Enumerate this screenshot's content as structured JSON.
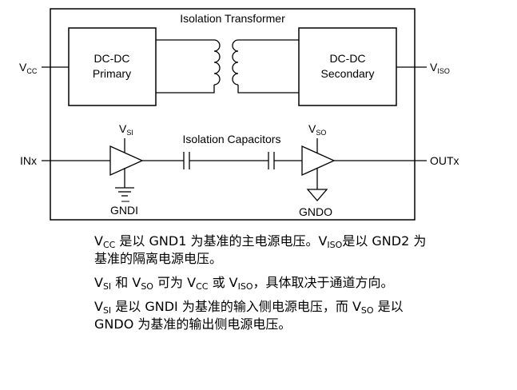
{
  "diagram": {
    "title": "Isolation Transformer",
    "primary_block": [
      "DC-DC",
      "Primary"
    ],
    "secondary_block": [
      "DC-DC",
      "Secondary"
    ],
    "capacitors_label": "Isolation Capacitors",
    "pins": {
      "vcc": {
        "main": "V",
        "sub": "CC"
      },
      "viso": {
        "main": "V",
        "sub": "ISO"
      },
      "vsi": {
        "main": "V",
        "sub": "SI"
      },
      "vso": {
        "main": "V",
        "sub": "SO"
      },
      "inx": "INx",
      "outx": "OUTx",
      "gndi": "GNDI",
      "gndo": "GNDO"
    }
  },
  "notes": {
    "p1": {
      "v": "V",
      "cc": "CC",
      "a": " 是以 GND1 为基准的主电源电压。",
      "v2": "V",
      "iso": "ISO",
      "b": "是以 GND2 为基准的隔离电源电压。"
    },
    "p2": {
      "v": "V",
      "si": "SI",
      "a": " 和 ",
      "v2": "V",
      "so": "SO",
      "b": " 可为 ",
      "v3": "V",
      "cc": "CC",
      "c": " 或 ",
      "v4": "V",
      "iso": "ISO",
      "d": "，具体取决于通道方向。"
    },
    "p3": {
      "v": "V",
      "si": "SI",
      "a": " 是以 GNDI 为基准的输入侧电源电压，而 ",
      "v2": "V",
      "so": "SO",
      "b": " 是以 GNDO 为基准的输出侧电源电压。"
    }
  }
}
